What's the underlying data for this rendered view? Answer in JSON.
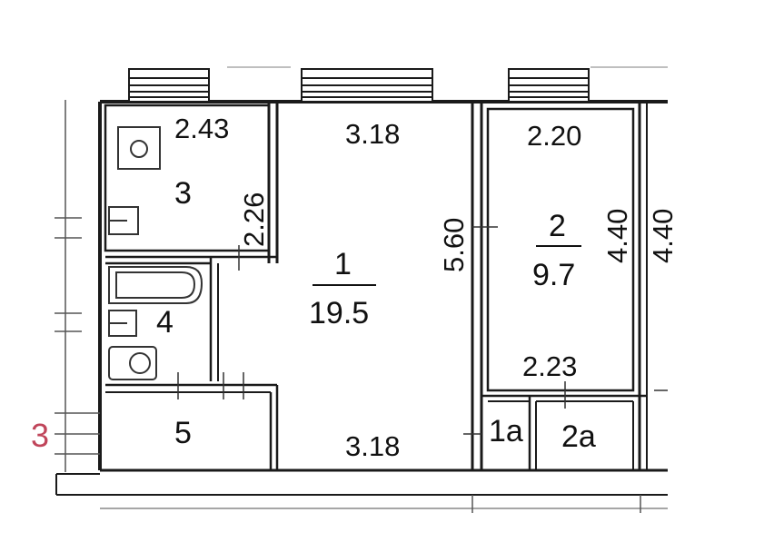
{
  "plan": {
    "colors": {
      "wall": "#1a1a1a",
      "fixture": "#333333",
      "side_marker": "#c0455a"
    },
    "side_marker": "3",
    "rooms": [
      {
        "id": "1",
        "number": "1",
        "area": "19.5"
      },
      {
        "id": "2",
        "number": "2",
        "area": "9.7"
      },
      {
        "id": "3",
        "number": "3"
      },
      {
        "id": "4",
        "number": "4"
      },
      {
        "id": "5",
        "number": "5"
      },
      {
        "id": "1a",
        "number": "1a"
      },
      {
        "id": "2a",
        "number": "2a"
      }
    ],
    "dimensions": {
      "room3_width": "2.43",
      "room3_depth": "2.26",
      "room1_top_width": "3.18",
      "room1_bottom_width": "3.18",
      "room1_depth": "5.60",
      "room2_top_width": "2.20",
      "room2_bottom_width": "2.23",
      "room2_depth": "4.40",
      "neighbor_partial": "4.40"
    },
    "icons": [
      "window-icon",
      "sink-icon",
      "stove-icon",
      "bathtub-icon",
      "washbasin-icon",
      "toilet-icon"
    ]
  }
}
